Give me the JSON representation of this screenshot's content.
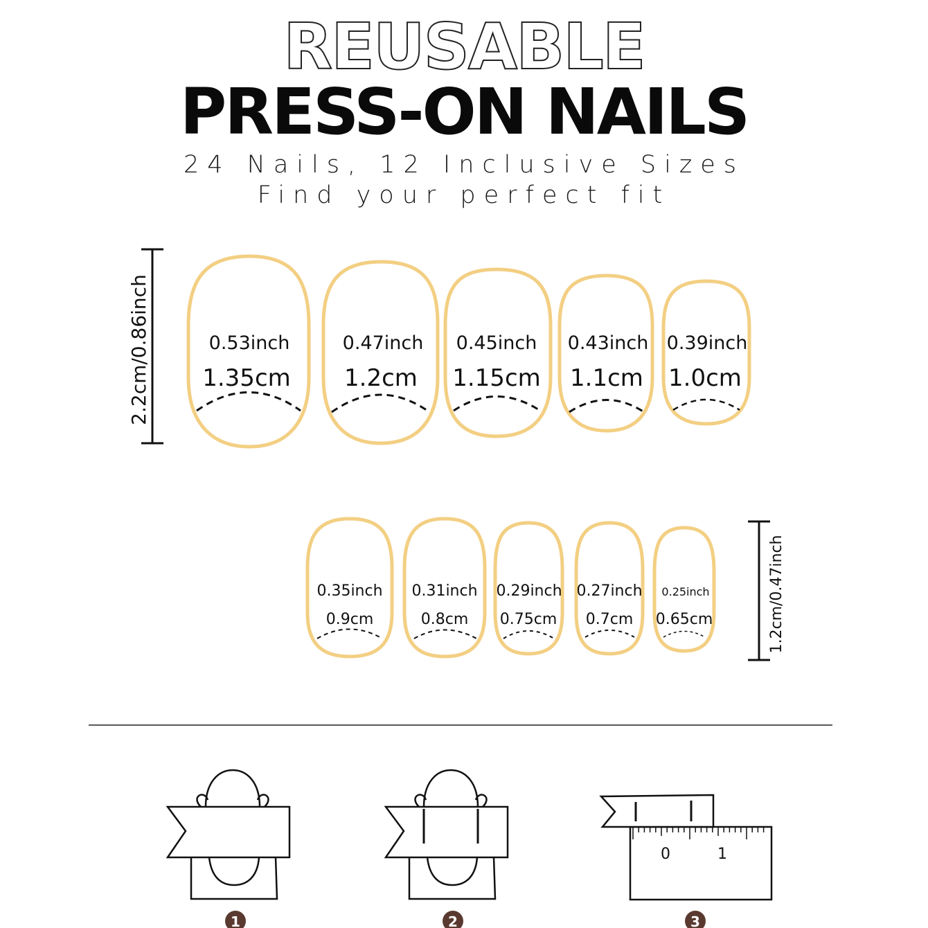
{
  "header": {
    "line1": "REUSABLE",
    "line2": "PRESS-ON NAILS",
    "sub1": "24 Nails, 12 Inclusive Sizes",
    "sub2": "Find your perfect fit"
  },
  "large_row": {
    "scale_label": "2.2cm/0.86inch",
    "nails": [
      {
        "inch": "0.53inch",
        "cm": "1.35cm"
      },
      {
        "inch": "0.47inch",
        "cm": "1.2cm"
      },
      {
        "inch": "0.45inch",
        "cm": "1.15cm"
      },
      {
        "inch": "0.43inch",
        "cm": "1.1cm"
      },
      {
        "inch": "0.39inch",
        "cm": "1.0cm"
      }
    ]
  },
  "small_row": {
    "scale_label": "1.2cm/0.47inch",
    "nails": [
      {
        "inch": "0.35inch",
        "cm": "0.9cm"
      },
      {
        "inch": "0.31inch",
        "cm": "0.8cm"
      },
      {
        "inch": "0.29inch",
        "cm": "0.75cm"
      },
      {
        "inch": "0.27inch",
        "cm": "0.7cm"
      },
      {
        "inch": "0.25inch",
        "cm": "0.65cm"
      }
    ]
  },
  "steps": {
    "ruler_label_0": "0",
    "ruler_label_1": "1",
    "badges": [
      "1",
      "2",
      "3"
    ]
  },
  "colors": {
    "nail_outline": "#f3cf83",
    "badge": "#5a3a30"
  }
}
